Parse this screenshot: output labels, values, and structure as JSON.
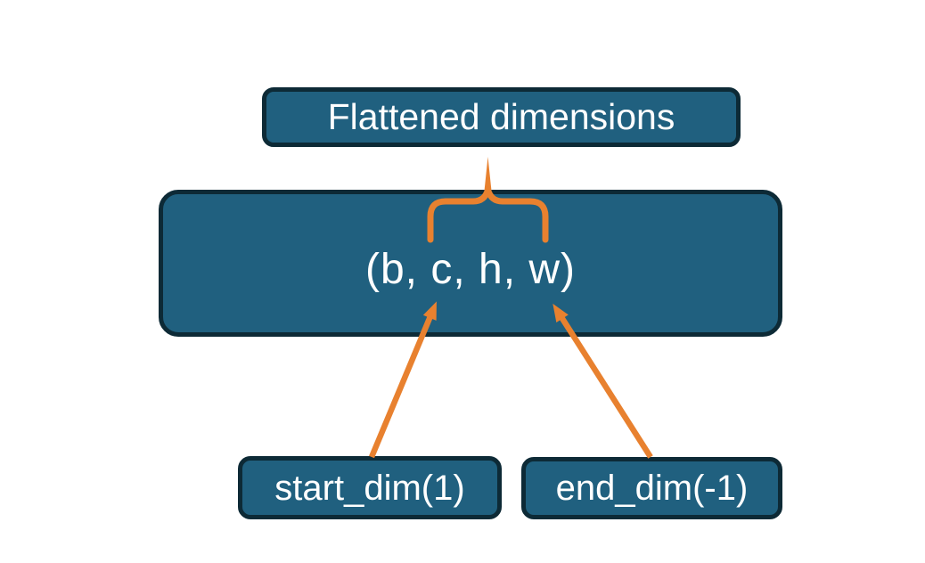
{
  "diagram": {
    "flattened_label": "Flattened dimensions",
    "tensor_label": "(b, c, h, w)",
    "start_dim_label": "start_dim(1)",
    "end_dim_label": "end_dim(-1)"
  },
  "colors": {
    "background": "#FFFFFF",
    "box_fill": "#20607F",
    "box_border": "#0D2A36",
    "arrow_orange": "#E8812F",
    "text": "#FFFFFF"
  }
}
